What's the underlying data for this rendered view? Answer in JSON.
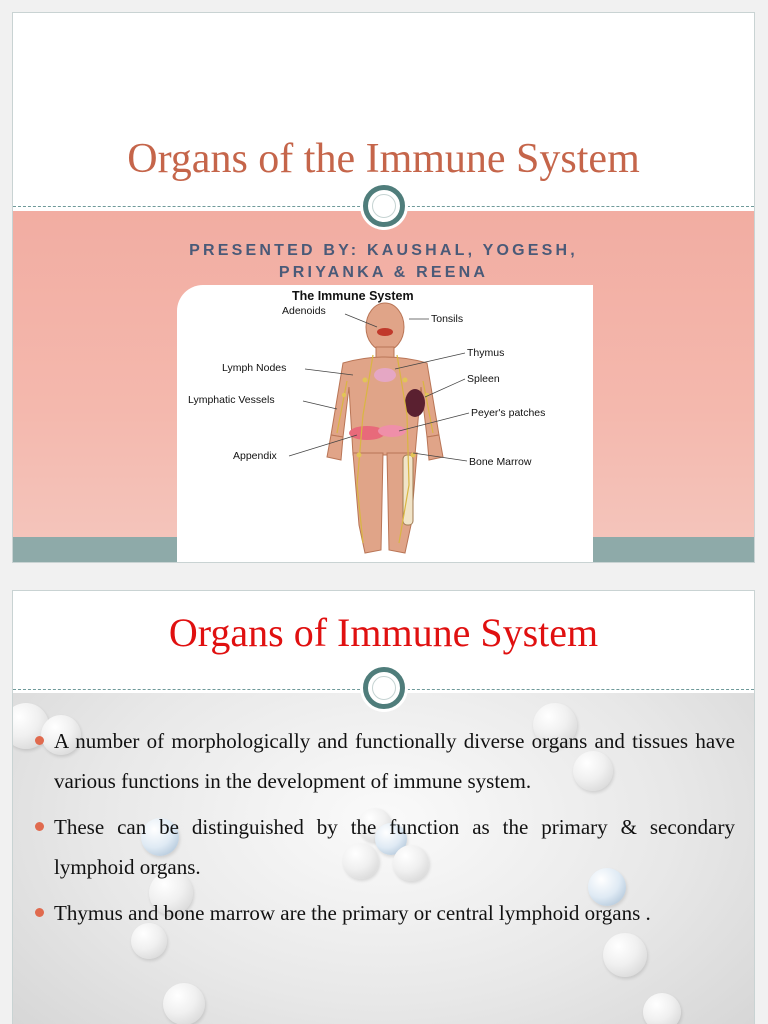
{
  "slide1": {
    "title": "Organs of the Immune System",
    "presenter_line1": "PRESENTED BY: KAUSHAL, YOGESH,",
    "presenter_line2": "PRIYANKA & REENA",
    "diagram": {
      "title": "The Immune System",
      "labels": {
        "adenoids": "Adenoids",
        "tonsils": "Tonsils",
        "thymus": "Thymus",
        "lymph_nodes": "Lymph Nodes",
        "spleen": "Spleen",
        "lymphatic_vessels": "Lymphatic Vessels",
        "peyers_patches": "Peyer's patches",
        "appendix": "Appendix",
        "bone_marrow": "Bone Marrow"
      }
    }
  },
  "slide2": {
    "title": "Organs of Immune System",
    "bullets": [
      "A number of morphologically and functionally diverse organs and tissues have various functions in the development of immune system.",
      "These can be distinguished by the function as the primary & secondary lymphoid organs.",
      "Thymus and bone marrow are the primary or central lymphoid organs ."
    ]
  },
  "colors": {
    "title1": "#c5654a",
    "title2": "#e01010",
    "band": "#f2ada2",
    "teal": "#8eaaa9",
    "bullet_dot": "#e06a4e"
  }
}
